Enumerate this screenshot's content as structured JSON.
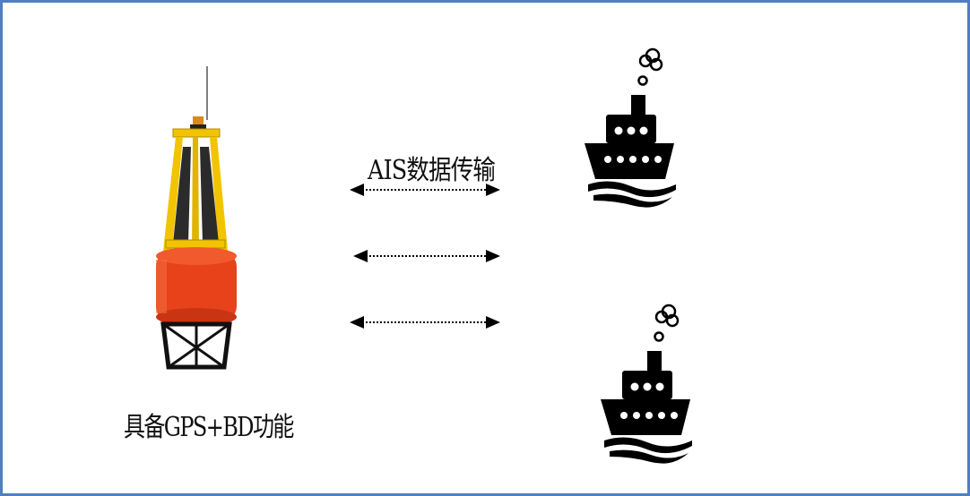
{
  "labels": {
    "caption": "具备GPS+BD功能",
    "transfer": "AIS数据传输"
  },
  "icons": {
    "buoy": "navigation-buoy-image",
    "ship": "ship-icon",
    "arrow": "double-headed-dotted-arrow"
  },
  "colors": {
    "border": "#4f7fc0",
    "buoy_body": "#e8421a",
    "buoy_frame": "#f2c400",
    "icon": "#000000"
  }
}
